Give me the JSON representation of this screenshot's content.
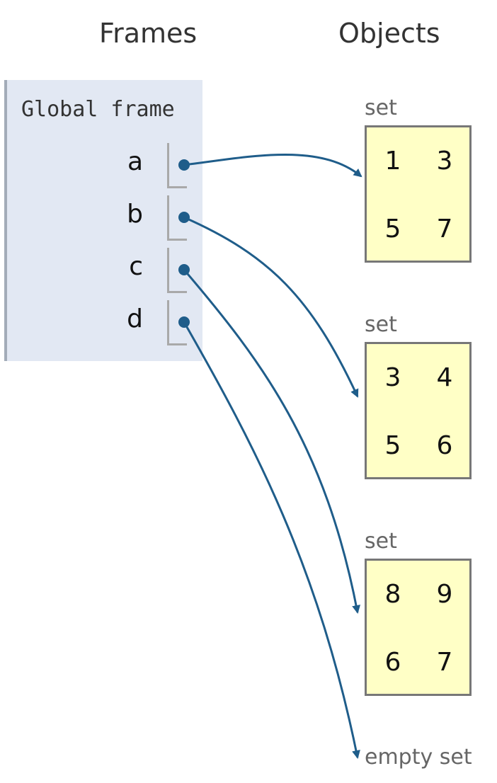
{
  "headings": {
    "frames": "Frames",
    "objects": "Objects"
  },
  "frame": {
    "title": "Global frame",
    "variables": [
      {
        "name": "a",
        "points_to": 0
      },
      {
        "name": "b",
        "points_to": 1
      },
      {
        "name": "c",
        "points_to": 2
      },
      {
        "name": "d",
        "points_to": 3
      }
    ]
  },
  "objects": [
    {
      "type_label": "set",
      "elements": [
        "1",
        "3",
        "5",
        "7"
      ]
    },
    {
      "type_label": "set",
      "elements": [
        "3",
        "4",
        "5",
        "6"
      ]
    },
    {
      "type_label": "set",
      "elements": [
        "8",
        "9",
        "6",
        "7"
      ]
    },
    {
      "type_label": "empty set",
      "elements": []
    }
  ],
  "colors": {
    "frame_background": "#e2e8f3",
    "set_background": "#ffffc6",
    "arrow": "#1f5d8a"
  }
}
